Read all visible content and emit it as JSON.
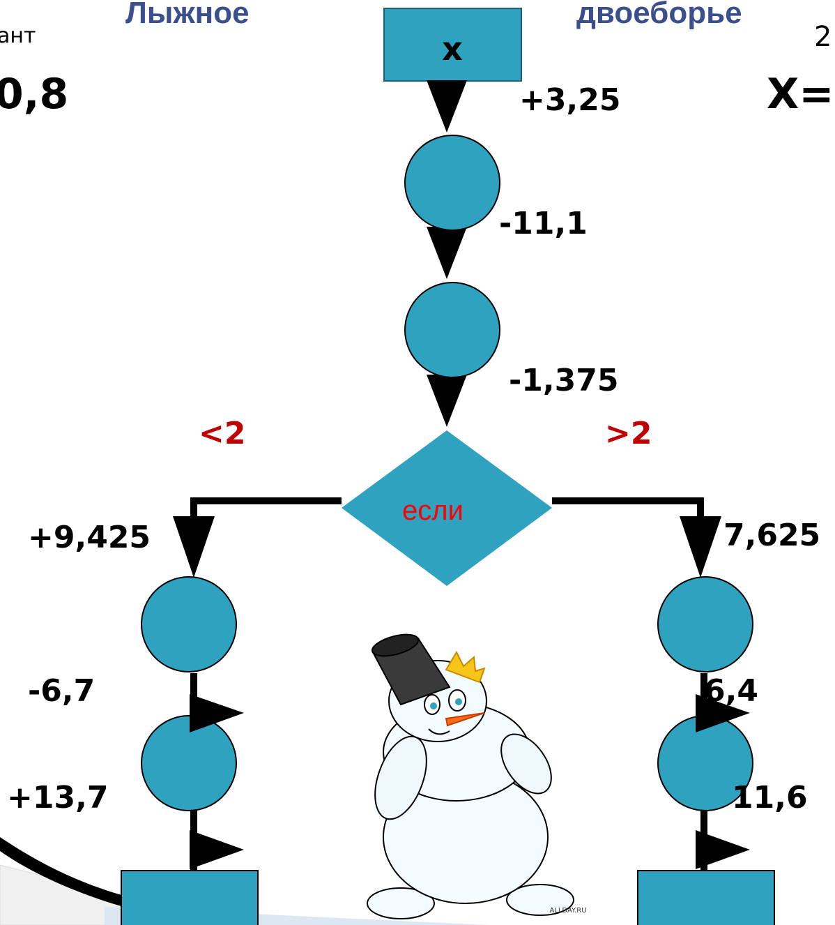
{
  "header": {
    "title_left": "Лыжное",
    "title_right": "двоеборье",
    "corner_left_partial": "ант",
    "corner_right_number": "2",
    "value_left_partial": "0,8",
    "value_right_partial": "X="
  },
  "flowchart": {
    "start_box_label": "x",
    "decision_label": "если",
    "top_operations": [
      "+3,25",
      "-11,1",
      "-1,375"
    ],
    "condition_left": "<2",
    "condition_right": ">2",
    "left_branch_operations": [
      "+9,425",
      "-6,7",
      "+13,7"
    ],
    "right_branch_operations": [
      "7,625",
      "6,4",
      "11,6"
    ]
  },
  "illustration": {
    "watermark": "ALLDAY.RU"
  },
  "colors": {
    "shape_fill": "#2ea2bf",
    "title": "#3b4f8f",
    "condition": "#c00000",
    "decision_text": "#ff0000"
  }
}
